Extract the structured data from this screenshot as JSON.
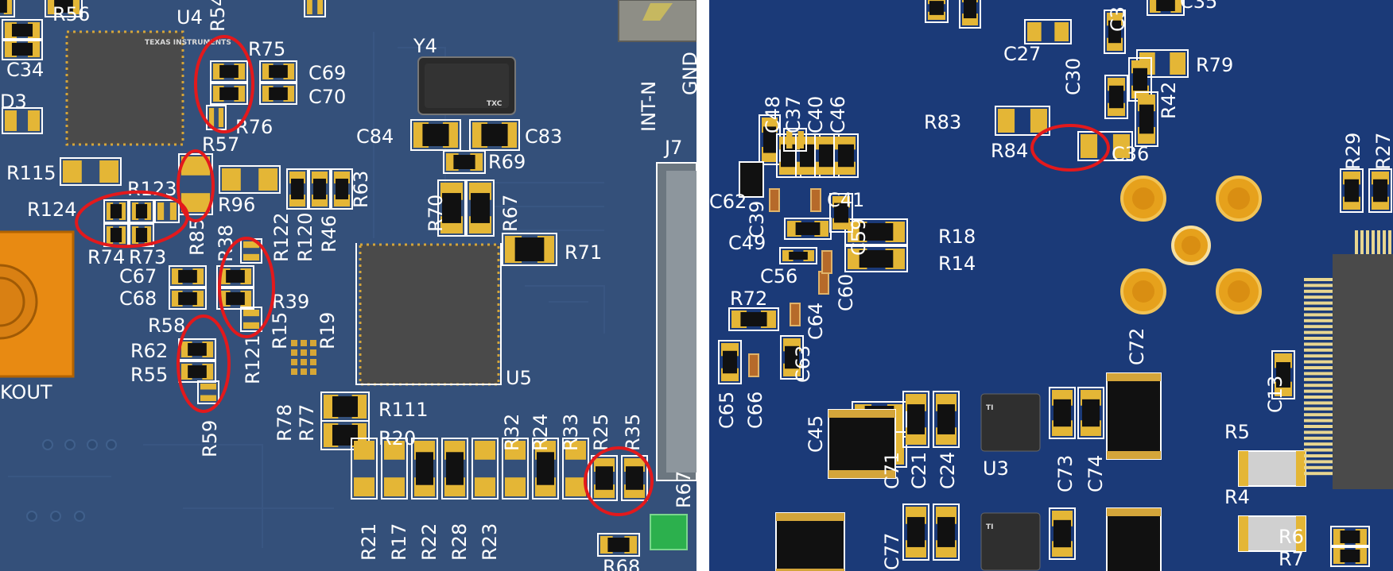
{
  "panels": {
    "left": {
      "board_color": "#34507a",
      "labels": [
        "R56",
        "U4",
        "R54",
        "R75",
        "C69",
        "C70",
        "C34",
        "D3",
        "R76",
        "R57",
        "Y4",
        "C84",
        "C83",
        "R69",
        "R115",
        "R123",
        "R96",
        "R63",
        "R124",
        "R46",
        "R120",
        "R122",
        "R38",
        "R85",
        "R70",
        "R67",
        "R71",
        "R74",
        "R73",
        "C67",
        "C68",
        "R39",
        "R58",
        "R62",
        "R55",
        "R121",
        "R15",
        "R19",
        "KOUT",
        "R59",
        "R78",
        "R77",
        "R111",
        "R20",
        "U5",
        "R32",
        "R24",
        "R33",
        "R25",
        "R35",
        "R21",
        "R17",
        "R22",
        "R28",
        "R23",
        "R68",
        "R67",
        "INT-N",
        "GND",
        "J7"
      ],
      "chip_marks": [
        "TXC"
      ]
    },
    "right": {
      "board_color": "#1b3a78",
      "labels": [
        "C35",
        "C27",
        "C3",
        "C30",
        "R79",
        "R42",
        "R83",
        "R84",
        "C36",
        "C48",
        "C37",
        "C40",
        "C46",
        "C62",
        "C39",
        "C41",
        "C49",
        "C59",
        "R18",
        "R14",
        "C56",
        "C60",
        "R72",
        "C64",
        "C63",
        "C65",
        "C66",
        "C72",
        "C45",
        "C71",
        "C21",
        "C24",
        "U3",
        "C73",
        "C74",
        "R5",
        "R4",
        "R6",
        "R7",
        "C13",
        "C77",
        "R29",
        "R27"
      ]
    }
  },
  "annotation_color": "#e3191c"
}
